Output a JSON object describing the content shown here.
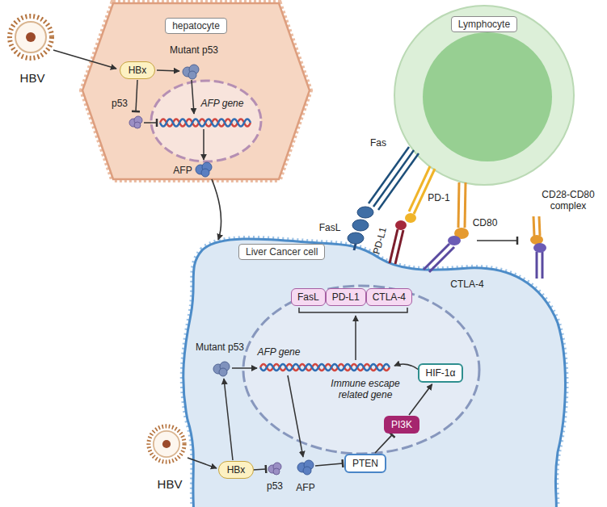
{
  "diagram": {
    "nodes": [
      {
        "text": [
          "hepatocyte"
        ]
      },
      {
        "text": [
          "HBx"
        ],
        "in": 0
      },
      {
        "text": [
          "Lymphocyte"
        ]
      },
      {
        "text": [
          "Liver Cancer cell"
        ]
      },
      {
        "text": [
          "FasL"
        ],
        "in": 3
      },
      {
        "text": [
          "PD-L1"
        ],
        "in": 3
      },
      {
        "text": [
          "CTLA-4"
        ],
        "in": 3
      },
      {
        "text": [
          "HBx"
        ],
        "in": 3
      },
      {
        "text": [
          "HIF-1α"
        ],
        "in": 3
      },
      {
        "text": [
          "PI3K"
        ],
        "in": 3
      },
      {
        "text": [
          "PTEN"
        ],
        "in": 3
      }
    ],
    "edges": [
      {
        "from": 0,
        "to": 3,
        "arrow": "to"
      },
      {
        "from": 10,
        "to": 9,
        "arrow": "to"
      },
      {
        "from": 9,
        "to": 8,
        "arrow": "to"
      }
    ],
    "labels": [
      "HBV",
      "Mutant p53",
      "p53",
      "AFP gene",
      "AFP",
      "Fas",
      "FasL",
      "PD-1",
      "PD-L1",
      "CD80",
      "CD28-CD80 complex",
      "CTLA-4",
      "Mutant p53",
      "AFP gene",
      "Immune escape related gene",
      "p53",
      "AFP",
      "HBV"
    ]
  }
}
